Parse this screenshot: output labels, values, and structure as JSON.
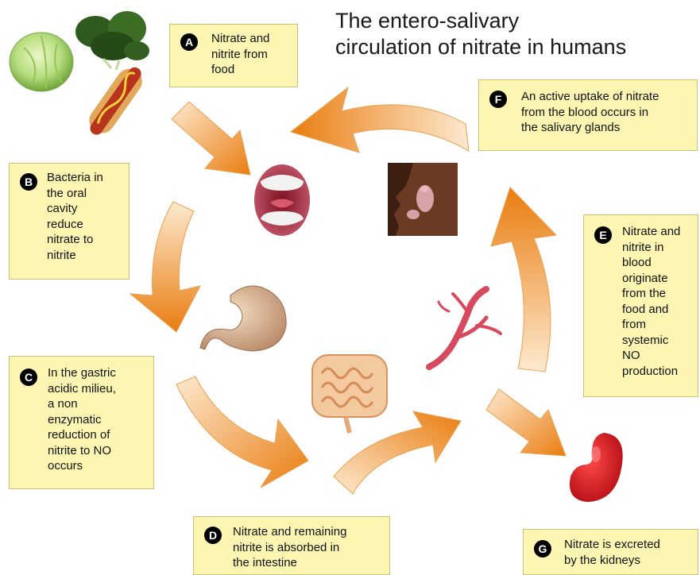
{
  "title": {
    "lines": [
      "The entero-salivary",
      "circulation of nitrate in humans"
    ]
  },
  "steps": [
    {
      "id": "A",
      "lines": [
        "Nitrate and",
        "nitrite from",
        "food"
      ]
    },
    {
      "id": "B",
      "lines": [
        "Bacteria in",
        "the oral",
        "cavity",
        "reduce",
        "nitrate to",
        "nitrite"
      ]
    },
    {
      "id": "C",
      "lines": [
        "In the gastric",
        "acidic milieu,",
        "a non",
        "enzymatic",
        "reduction of",
        "nitrite to NO",
        "occurs"
      ]
    },
    {
      "id": "D",
      "lines": [
        "Nitrate and remaining",
        "nitrite is absorbed in",
        "the intestine"
      ]
    },
    {
      "id": "E",
      "lines": [
        "Nitrate and",
        "nitrite in",
        "blood",
        "originate",
        "from the",
        "food and",
        "from",
        "systemic",
        "NO",
        "production"
      ]
    },
    {
      "id": "F",
      "lines": [
        "An active uptake of nitrate",
        "from the blood occurs in",
        "the salivary glands"
      ]
    },
    {
      "id": "G",
      "lines": [
        "Nitrate is excreted",
        "by the kidneys"
      ]
    }
  ],
  "colors": {
    "box_fill": "#fdf6b2",
    "arrow_dark": "#e97d10",
    "arrow_light": "#fde9cf"
  }
}
